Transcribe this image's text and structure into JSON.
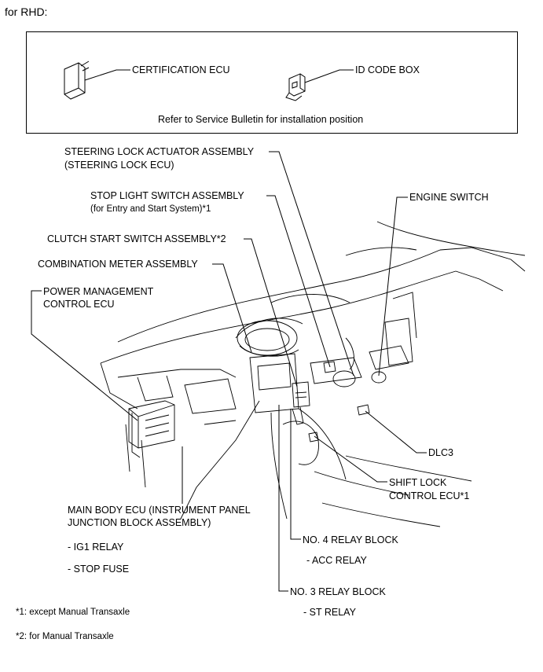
{
  "header": {
    "title": "for RHD:"
  },
  "box": {
    "certification_ecu": "CERTIFICATION ECU",
    "id_code_box": "ID CODE BOX",
    "note": "Refer to Service Bulletin for installation position"
  },
  "labels": {
    "steering_lock_1": "STEERING LOCK ACTUATOR ASSEMBLY",
    "steering_lock_2": "(STEERING LOCK ECU)",
    "stop_light_1": "STOP LIGHT SWITCH ASSEMBLY",
    "stop_light_2": "(for Entry and Start System)*1",
    "engine_switch": "ENGINE SWITCH",
    "clutch_start": "CLUTCH START SWITCH ASSEMBLY*2",
    "combination_meter": "COMBINATION METER ASSEMBLY",
    "power_mgmt_1": "POWER MANAGEMENT",
    "power_mgmt_2": "CONTROL ECU",
    "dlc3": "DLC3",
    "shift_lock_1": "SHIFT LOCK",
    "shift_lock_2": "CONTROL ECU*1",
    "main_body_1": "MAIN BODY ECU (INSTRUMENT PANEL",
    "main_body_2": "JUNCTION BLOCK ASSEMBLY)",
    "ig1_relay": "- IG1 RELAY",
    "stop_fuse": "- STOP FUSE",
    "no4_relay_block": "NO. 4 RELAY BLOCK",
    "acc_relay": "- ACC RELAY",
    "no3_relay_block": "NO. 3 RELAY BLOCK",
    "st_relay": "- ST RELAY"
  },
  "footnotes": {
    "note1": "*1: except Manual Transaxle",
    "note2": "*2: for Manual Transaxle"
  }
}
